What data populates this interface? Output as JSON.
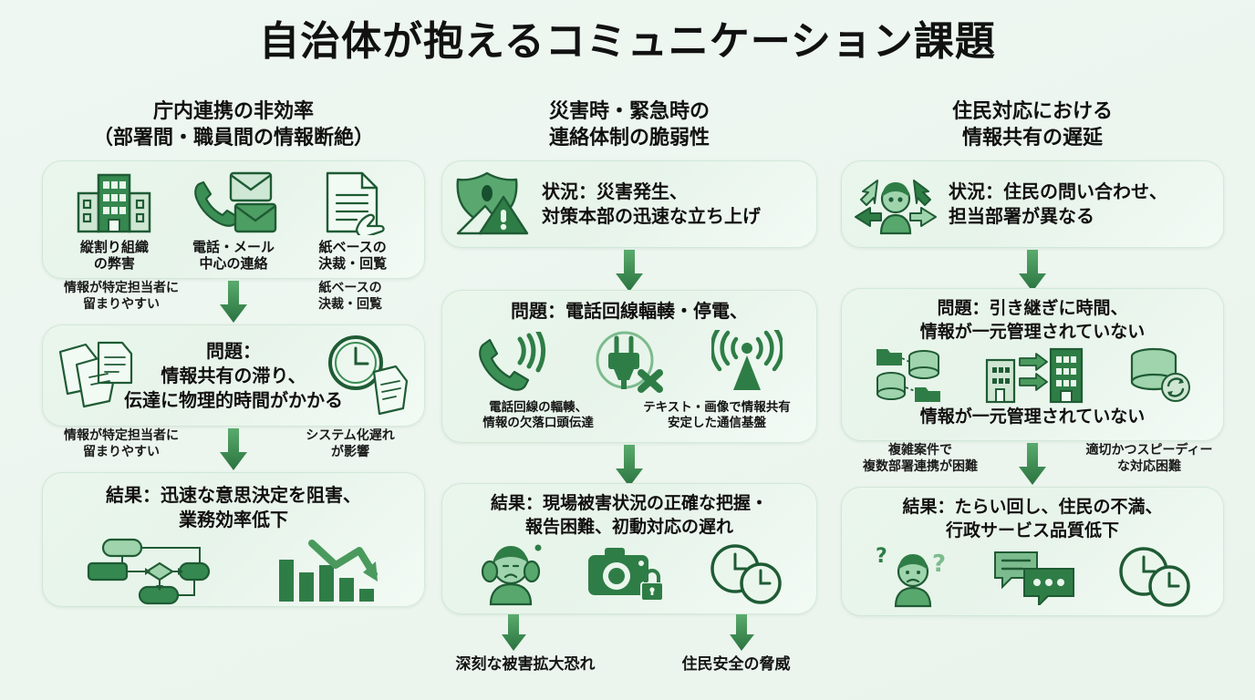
{
  "page": {
    "title": "自治体が抱えるコミュニケーション課題",
    "background_color": "#eef6f1",
    "accent_dark": "#2d7a45",
    "accent_mid": "#4a9a5e",
    "accent_light": "#8fc79c"
  },
  "columns": [
    {
      "id": "internal-coordination",
      "heading_line1": "庁内連携の非効率",
      "heading_line2": "（部署間・職員間の情報断絶）",
      "card1": {
        "icons": [
          {
            "icon": "office-building-icon",
            "caption_line1": "縦割り組織",
            "caption_line2": "の弊害"
          },
          {
            "icon": "phone-mail-icon",
            "caption_line1": "電話・メール",
            "caption_line2": "中心の連絡"
          },
          {
            "icon": "paper-document-hand-icon",
            "caption_line1": "紙ベースの",
            "caption_line2": "決裁・回覧"
          }
        ]
      },
      "connector1": {
        "left_line1": "情報が特定担当者に",
        "left_line2": "留まりやすい",
        "right_line1": "紙ベースの",
        "right_line2": "決裁・回覧"
      },
      "card2": {
        "title_line1": "問題：",
        "title_line2": "情報共有の滞り、",
        "title_line3": "伝達に物理的時間がかかる"
      },
      "connector2": {
        "left_line1": "情報が特定担当者に",
        "left_line2": "留まりやすい",
        "right_line1": "システム化遅れ",
        "right_line2": "が影響"
      },
      "card3": {
        "title_line1": "結果：迅速な意思決定を阻害、",
        "title_line2": "業務効率低下",
        "icons": [
          "flowchart-icon",
          "declining-bar-chart-icon"
        ]
      }
    },
    {
      "id": "disaster-emergency",
      "heading_line1": "災害時・緊急時の",
      "heading_line2": "連絡体制の脆弱性",
      "card1": {
        "icon": "disaster-warning-shield-icon",
        "text_line1": "状況：災害発生、",
        "text_line2": "対策本部の迅速な立ち上げ"
      },
      "card2": {
        "title": "問題：電話回線輻輳・停電、",
        "icons": [
          {
            "icon": "phone-ringing-icon",
            "caption_line1": "電話回線の輻輳、",
            "caption_line2": "情報の欠落口頭伝達"
          },
          {
            "icon": "power-plug-off-icon",
            "caption_line1": "",
            "caption_line2": ""
          },
          {
            "icon": "antenna-signal-icon",
            "caption_line1": "テキスト・画像で情報共有",
            "caption_line2": "安定した通信基盤"
          }
        ]
      },
      "card3": {
        "title_line1": "結果：現場被害状況の正確な把握・",
        "title_line2": "報告困難、初動対応の遅れ",
        "icons": [
          "stressed-person-icon",
          "camera-lock-icon",
          "two-clocks-icon"
        ]
      },
      "bottom": {
        "label_left": "深刻な被害拡大恐れ",
        "label_right": "住民安全の脅威"
      }
    },
    {
      "id": "resident-response",
      "heading_line1": "住民対応における",
      "heading_line2": "情報共有の遅延",
      "card1": {
        "icon": "person-multi-direction-icon",
        "text_line1": "状況：住民の問い合わせ、",
        "text_line2": "担当部署が異なる"
      },
      "card2": {
        "title_line1": "問題：引き継ぎに時間、",
        "title_line2": "情報が一元管理されていない",
        "icons": [
          "scattered-database-icon",
          "building-transfer-icon",
          "database-sync-icon"
        ],
        "footer": "情報が一元管理されていない"
      },
      "connector": {
        "left_line1": "複雑案件で",
        "left_line2": "複数部署連携が困難",
        "right_line1": "適切かつスピーディー",
        "right_line2": "な対応困難"
      },
      "card3": {
        "title_line1": "結果：たらい回し、住民の不満、",
        "title_line2": "行政サービス品質低下",
        "icons": [
          "confused-person-icon",
          "chat-bubbles-icon",
          "two-clocks-icon"
        ]
      }
    }
  ]
}
